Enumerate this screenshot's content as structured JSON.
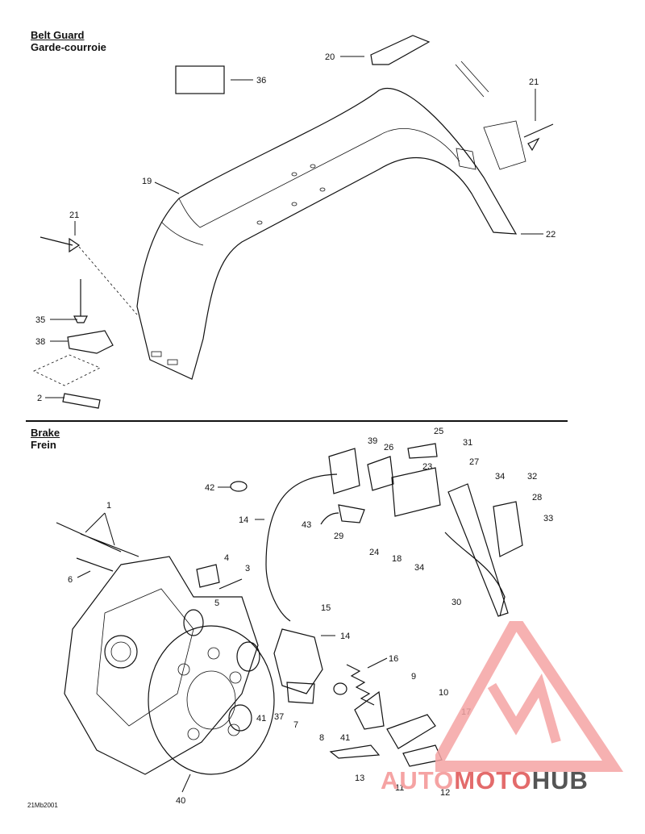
{
  "sections": {
    "belt_guard": {
      "title_en": "Belt Guard",
      "title_fr": "Garde-courroie"
    },
    "brake": {
      "title_en": "Brake",
      "title_fr": "Frein"
    }
  },
  "callouts": {
    "belt_guard": [
      "20",
      "36",
      "21",
      "19",
      "21",
      "22",
      "35",
      "38",
      "2"
    ],
    "brake": [
      "39",
      "26",
      "25",
      "31",
      "23",
      "27",
      "34",
      "32",
      "42",
      "28",
      "14",
      "1",
      "43",
      "33",
      "29",
      "24",
      "18",
      "34",
      "4",
      "3",
      "6",
      "5",
      "30",
      "15",
      "14",
      "16",
      "9",
      "10",
      "41",
      "37",
      "7",
      "8",
      "17",
      "41",
      "13",
      "11",
      "12",
      "40"
    ]
  },
  "drawing_code": "21Mb2001",
  "watermark": {
    "part1": "AUTO",
    "part2": "MOTO",
    "part3": "HUB",
    "colors": [
      "#f5a3a3",
      "#e36b6b",
      "#555555"
    ]
  }
}
